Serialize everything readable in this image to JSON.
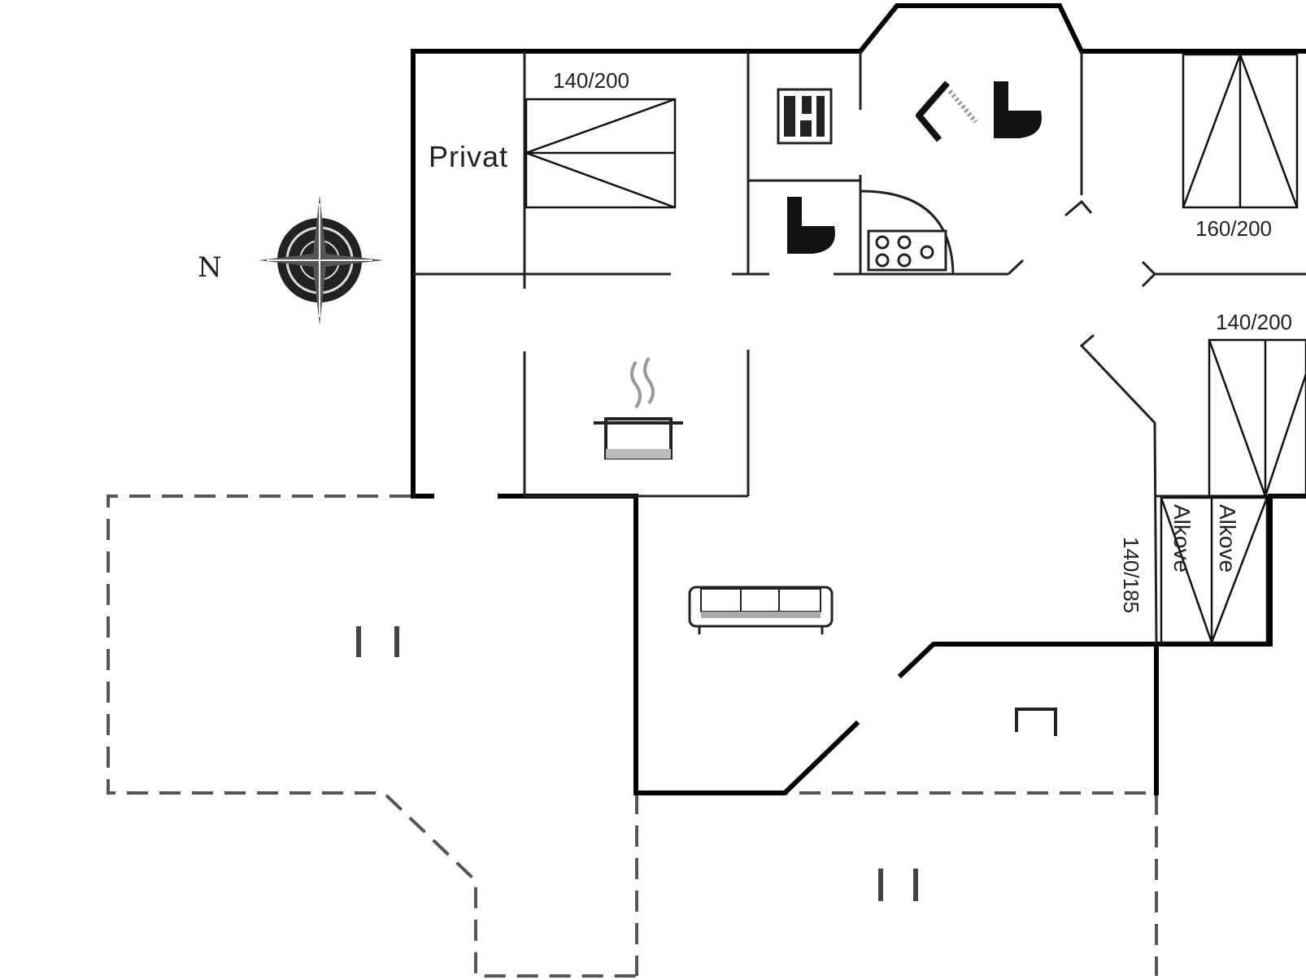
{
  "compass": {
    "north_label": "N"
  },
  "rooms": {
    "private_room_label": "Privat",
    "alkove_1": "Alkove",
    "alkove_2": "Alkove"
  },
  "beds": {
    "private_bed": "140/200",
    "bedroom_ne": "160/200",
    "bedroom_e": "140/200",
    "alcove_bed": "140/185"
  },
  "icons": [
    "compass-rose-icon",
    "bed-icon",
    "washing-machine-icon",
    "shower-icon",
    "toilet-icon",
    "stove-icon",
    "cooking-pot-icon",
    "sofa-icon",
    "garden-furniture-icon",
    "terrace-chairs-icon"
  ]
}
